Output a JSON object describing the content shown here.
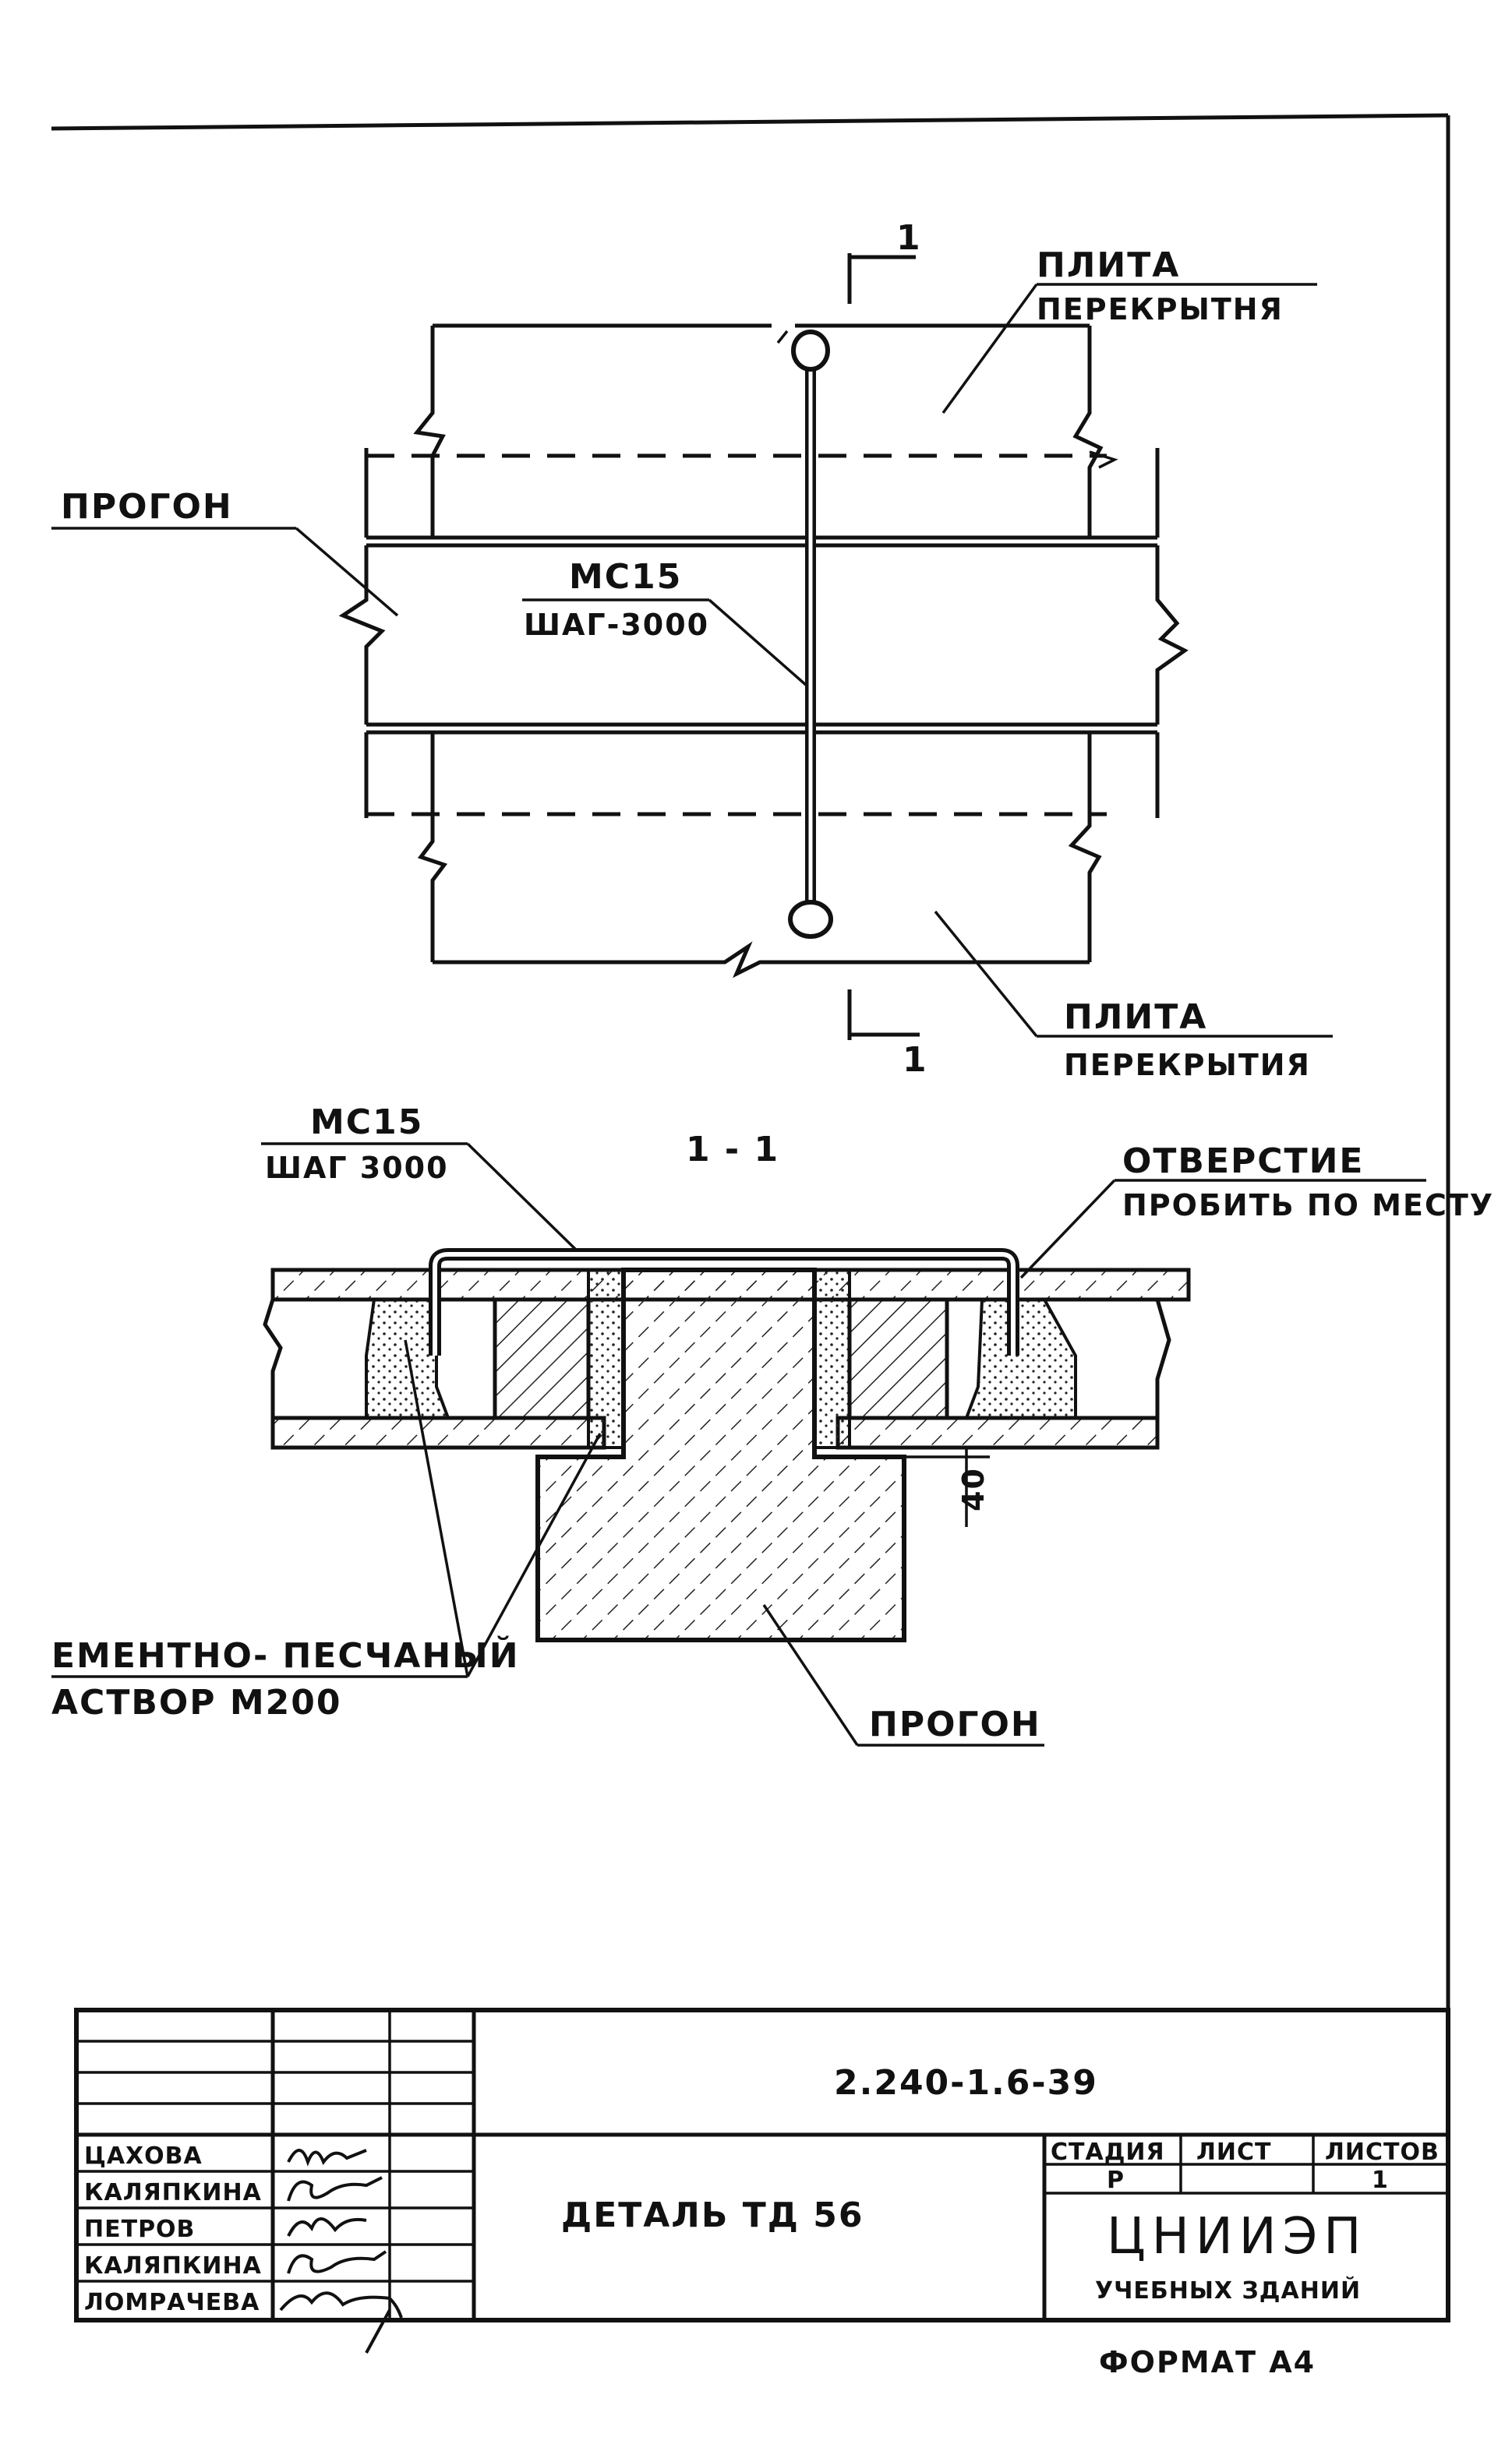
{
  "plan_view": {
    "labels": {
      "slab_top_line1": "ПЛИТА",
      "slab_top_line2": "ПЕРЕКРЫТНЯ",
      "beam": "ПРОГОН",
      "tie_mark": "МС15",
      "tie_step": "ШАГ-3000",
      "slab_bottom_line1": "ПЛИТА",
      "slab_bottom_line2": "ПЕРЕКРЫТИЯ",
      "section_mark_top": "1",
      "section_mark_bottom": "1"
    }
  },
  "section_view": {
    "title": "1 - 1",
    "labels": {
      "tie_mark": "МС15",
      "tie_step": "ШАГ 3000",
      "hole_line1": "ОТВЕРСТИЕ",
      "hole_line2": "ПРОБИТЬ ПО МЕСТУ",
      "mortar_line1": "ЕМЕНТНО- ПЕСЧАНЫЙ",
      "mortar_line2": "АСТВОР М200",
      "beam": "ПРОГОН",
      "dimension": "40"
    }
  },
  "title_block": {
    "document_code": "2.240-1.6-39",
    "drawing_title": "ДЕТАЛЬ ТД 56",
    "people": [
      {
        "name": "ЦАХОВА"
      },
      {
        "name": "КАЛЯПКИНА"
      },
      {
        "name": "ПЕТРОВ"
      },
      {
        "name": "КАЛЯПКИНА"
      },
      {
        "name": "ЛОМРАЧЕВА"
      }
    ],
    "stage_header": "СТАДИЯ",
    "sheet_header": "ЛИСТ",
    "sheets_header": "ЛИСТОВ",
    "stage_value": "Р",
    "sheets_value": "1",
    "organization": "ЦНИИЭП",
    "organization_sub": "УЧЕБНЫХ ЗДАНИЙ",
    "format": "ФОРМАТ А4"
  }
}
